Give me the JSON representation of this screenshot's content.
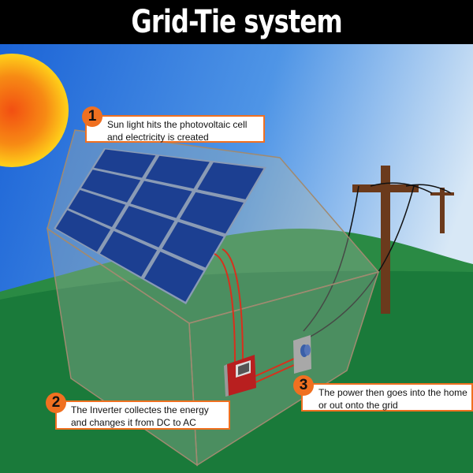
{
  "title": "Grid-Tie system",
  "steps": [
    {
      "number": "1",
      "text_line1": "Sun light hits the photovoltaic cell",
      "text_line2": "and electricity is created"
    },
    {
      "number": "2",
      "text_line1": "The Inverter collectes the energy",
      "text_line2": "and changes it from DC to AC"
    },
    {
      "number": "3",
      "text_line1": "The power then goes into the home",
      "text_line2": "or out onto the grid"
    }
  ],
  "colors": {
    "accent": "#f07020",
    "grass": "#1a7a3a",
    "panel": "#1c3f91",
    "wire": "#d8301c"
  }
}
